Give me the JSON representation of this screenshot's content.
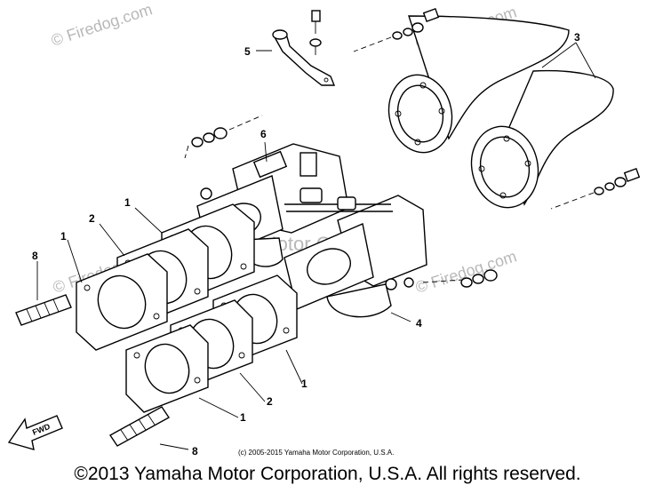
{
  "watermarks": {
    "top_left": "© Firedog.com",
    "top_right": "© Firedog.com",
    "mid_left": "© Firedog.com",
    "mid_right": "© Firedog.com",
    "center": "© Yamaha Motor Corp. U.S.A."
  },
  "callouts": {
    "c1_top": "1",
    "c2_top": "2",
    "c1_left": "1",
    "c3": "3",
    "c4": "4",
    "c5": "5",
    "c6": "6",
    "c8_top": "8",
    "c8_bottom": "8",
    "c1_right": "1",
    "c2_right": "2",
    "c1_bottom": "1"
  },
  "fwd_label": "FWD",
  "small_copyright": "(c) 2005-2015 Yamaha Motor Corporation, U.S.A.",
  "footer_copyright": "©2013 Yamaha Motor Corporation, U.S.A. All rights reserved."
}
